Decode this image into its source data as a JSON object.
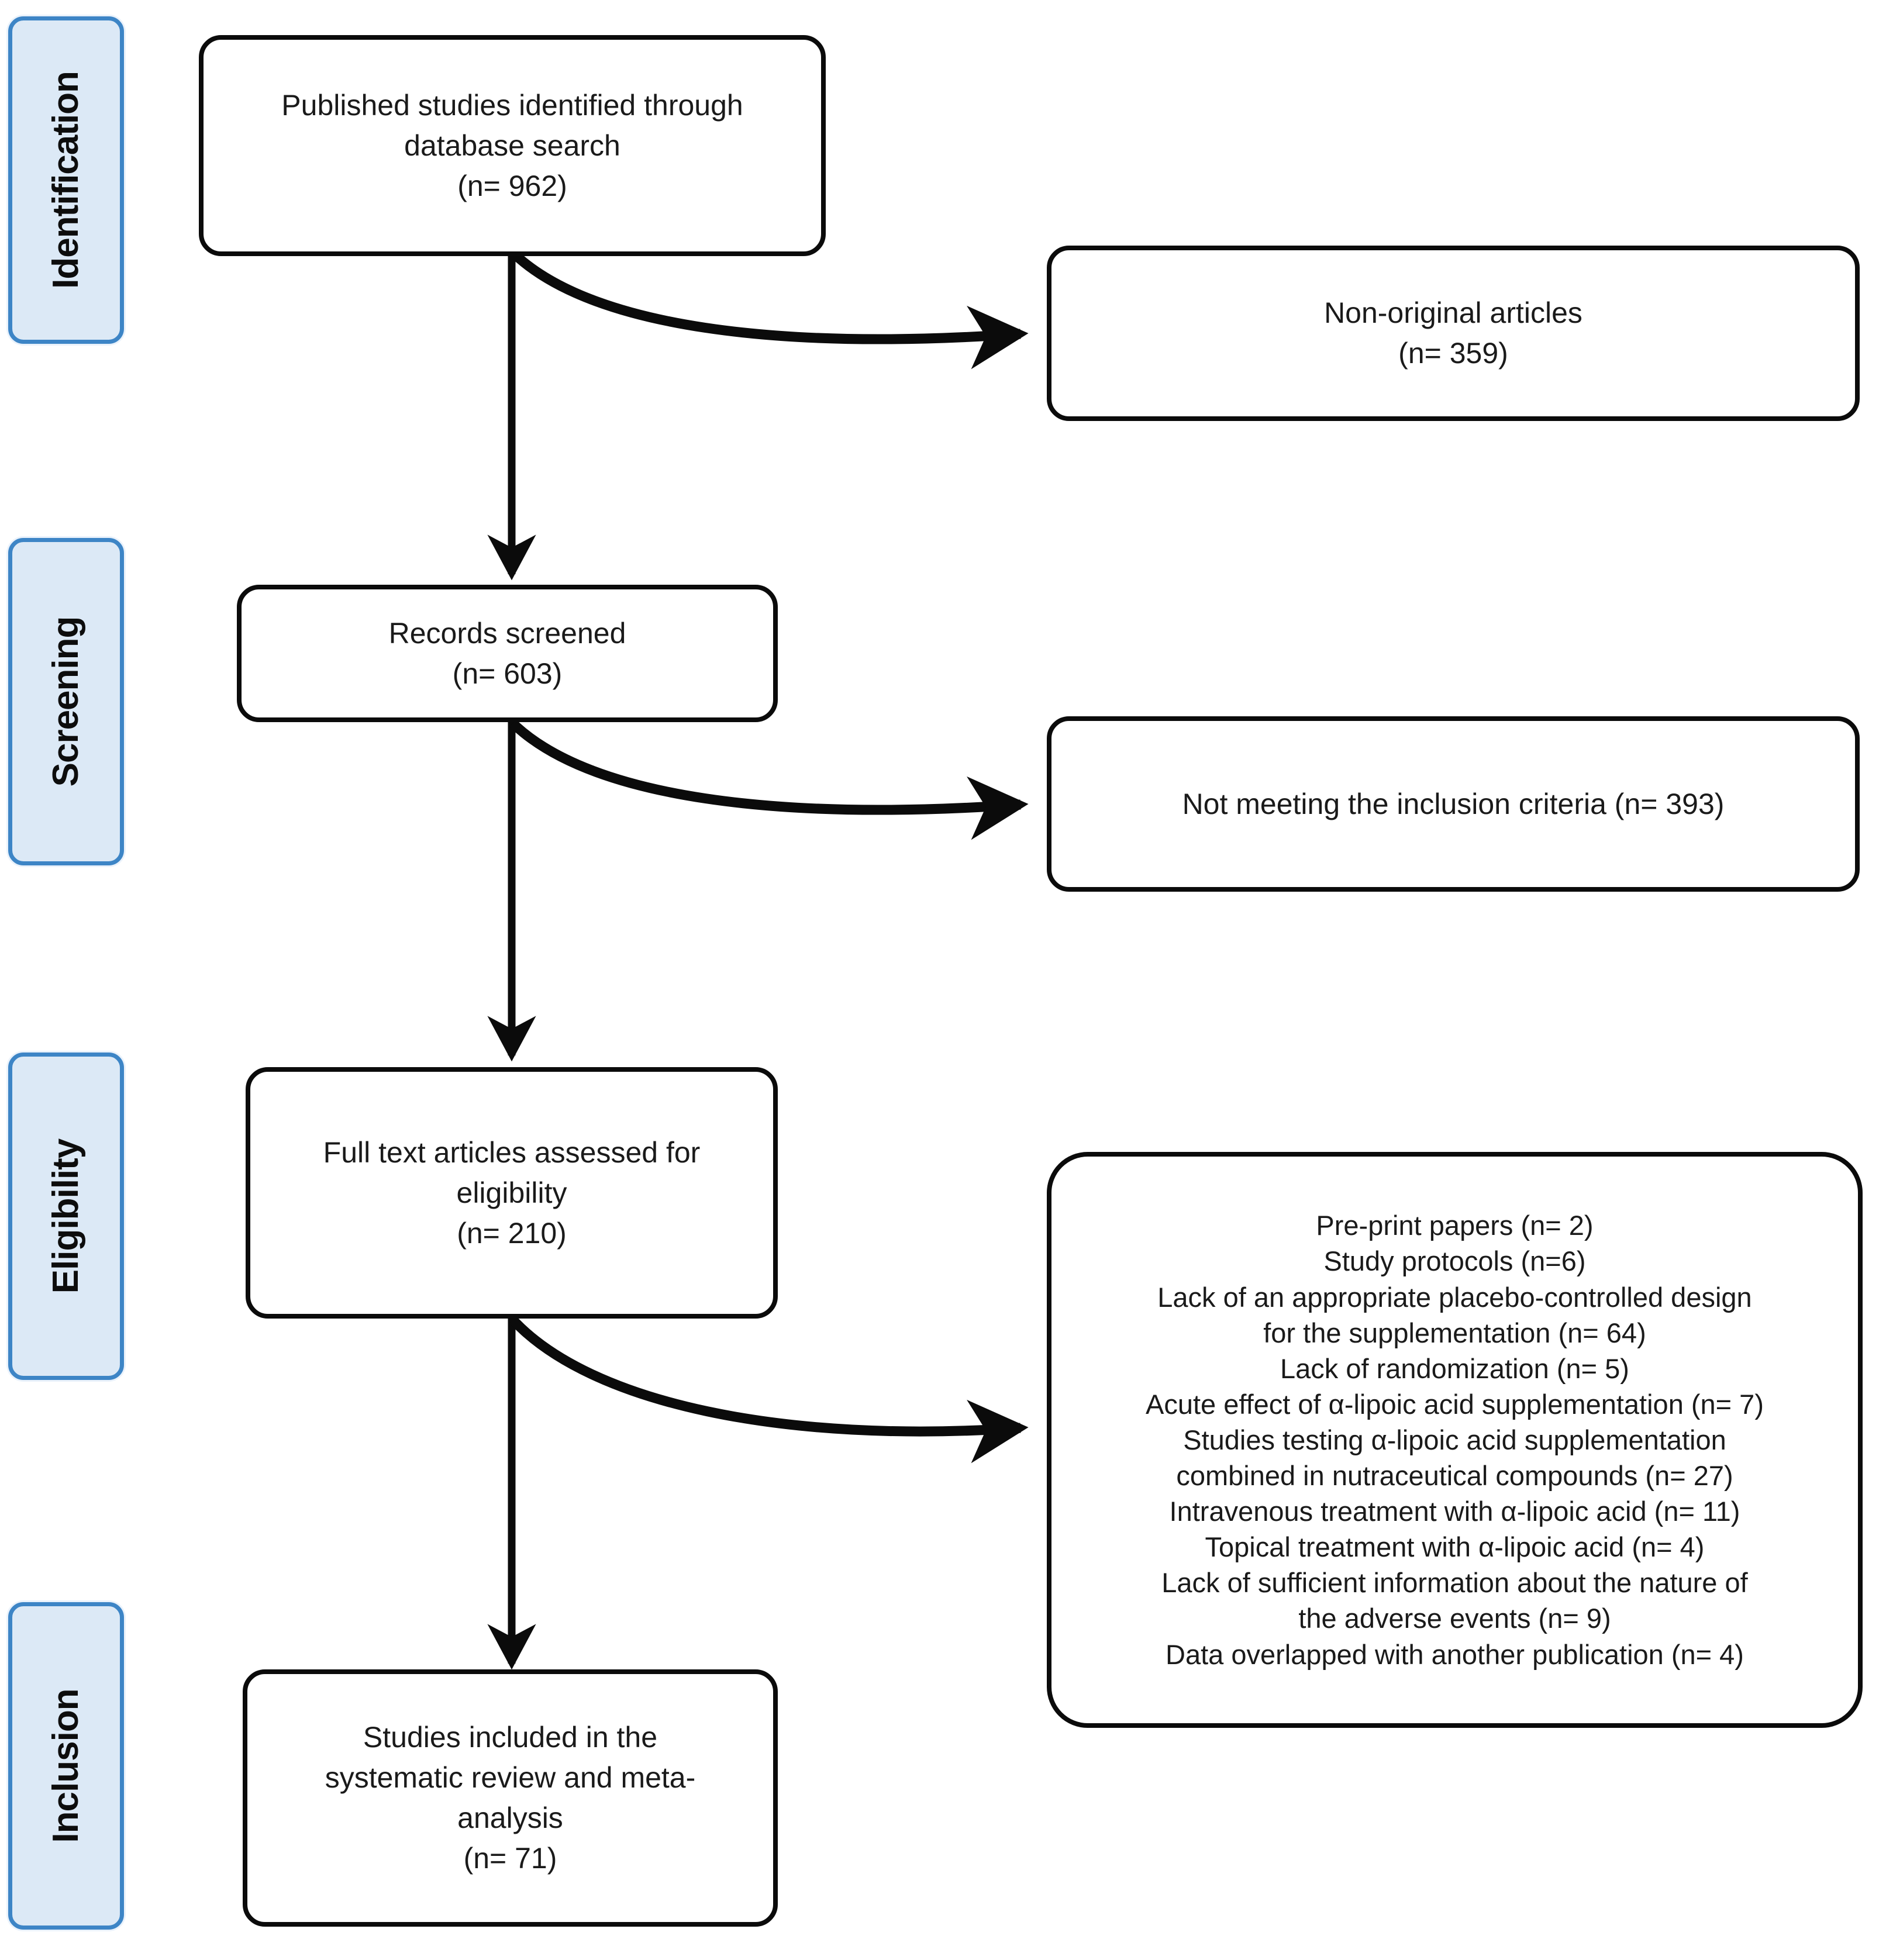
{
  "diagram": {
    "title": "PRISMA study selection flow diagram",
    "stages": [
      {
        "id": "identification",
        "label": "Identification"
      },
      {
        "id": "screening",
        "label": "Screening"
      },
      {
        "id": "eligibility",
        "label": "Eligibility"
      },
      {
        "id": "inclusion",
        "label": "Inclusion"
      }
    ],
    "boxes": {
      "identified": "Published studies identified through\ndatabase search\n(n= 962)",
      "nonoriginal": "Non-original articles\n(n=  359)",
      "screened": "Records screened\n(n= 603)",
      "notmeeting": "Not meeting the inclusion criteria (n= 393)",
      "fulltext": "Full text articles assessed  for\neligibility\n(n= 210)",
      "exclusions": "Pre-print papers (n= 2)\nStudy protocols (n=6)\nLack of an appropriate placebo-controlled design\nfor the supplementation (n= 64)\nLack of randomization (n= 5)\nAcute effect of α-lipoic acid supplementation (n= 7)\nStudies testing α-lipoic acid supplementation\ncombined in nutraceutical compounds (n= 27)\nIntravenous treatment with α-lipoic acid (n= 11)\nTopical treatment with α-lipoic acid (n= 4)\nLack of sufficient information about the nature of\nthe adverse events (n= 9)\nData overlapped with another publication (n= 4)",
      "included": "Studies included in the\nsystematic review and meta-\nanalysis\n(n= 71)"
    },
    "counts": {
      "identified": 962,
      "non_original_excluded": 359,
      "screened": 603,
      "not_meeting_inclusion_criteria": 393,
      "full_text_assessed": 210,
      "included": 71
    },
    "exclusion_reasons": [
      {
        "reason": "Pre-print papers",
        "n": 2
      },
      {
        "reason": "Study protocols",
        "n": 6
      },
      {
        "reason": "Lack of an appropriate placebo-controlled design for the supplementation",
        "n": 64
      },
      {
        "reason": "Lack of randomization",
        "n": 5
      },
      {
        "reason": "Acute effect of α-lipoic acid supplementation",
        "n": 7
      },
      {
        "reason": "Studies testing α-lipoic acid supplementation combined in nutraceutical compounds",
        "n": 27
      },
      {
        "reason": "Intravenous treatment with α-lipoic acid",
        "n": 11
      },
      {
        "reason": "Topical treatment with α-lipoic acid",
        "n": 4
      },
      {
        "reason": "Lack of sufficient information about the nature of the adverse events",
        "n": 9
      },
      {
        "reason": "Data overlapped with another publication",
        "n": 4
      }
    ],
    "colors": {
      "stage_fill": "#dce9f6",
      "stage_border": "#3d85c6",
      "box_border": "#0b0b0b",
      "box_fill": "#ffffff",
      "text": "#1a1a1a",
      "canvas": "#ffffff"
    }
  }
}
